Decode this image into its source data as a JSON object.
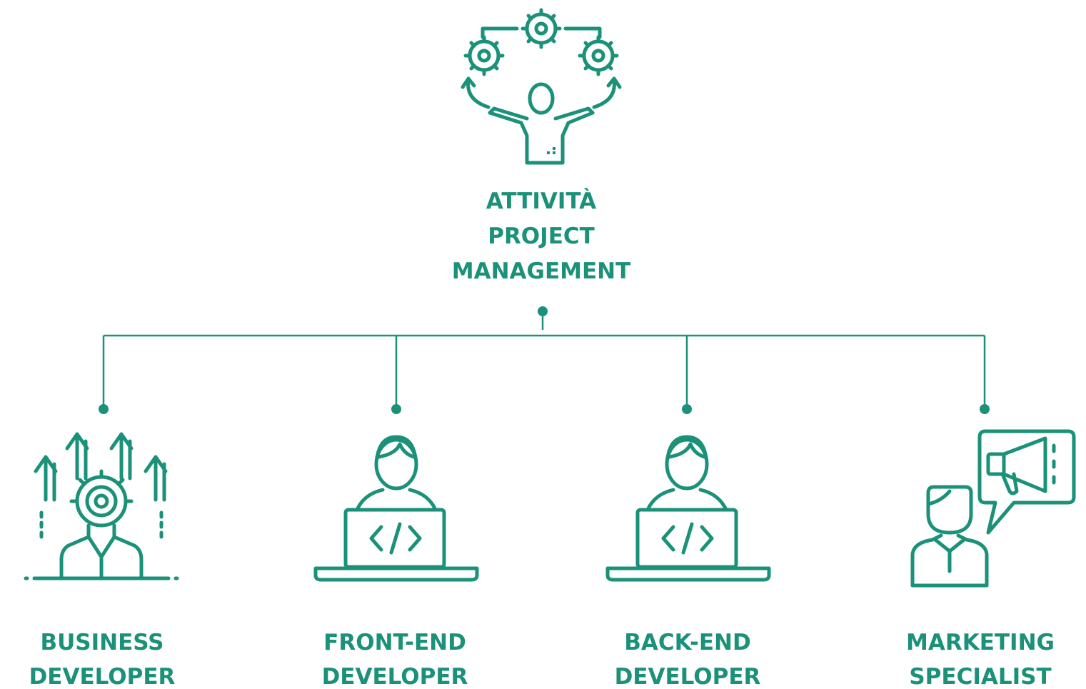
{
  "colors": {
    "accent": "#1a9178",
    "background": "#ffffff"
  },
  "root": {
    "label_lines": [
      "ATTIVITÀ",
      "PROJECT",
      "MANAGEMENT"
    ],
    "icon": "juggling-gears-person-icon"
  },
  "roles": [
    {
      "label_lines": [
        "BUSINESS",
        "DEVELOPER"
      ],
      "icon": "growth-gear-person-icon"
    },
    {
      "label_lines": [
        "FRONT-END",
        "DEVELOPER"
      ],
      "icon": "developer-laptop-icon"
    },
    {
      "label_lines": [
        "BACK-END",
        "DEVELOPER"
      ],
      "icon": "developer-laptop-icon"
    },
    {
      "label_lines": [
        "MARKETING",
        "SPECIALIST"
      ],
      "icon": "megaphone-speech-person-icon"
    }
  ]
}
